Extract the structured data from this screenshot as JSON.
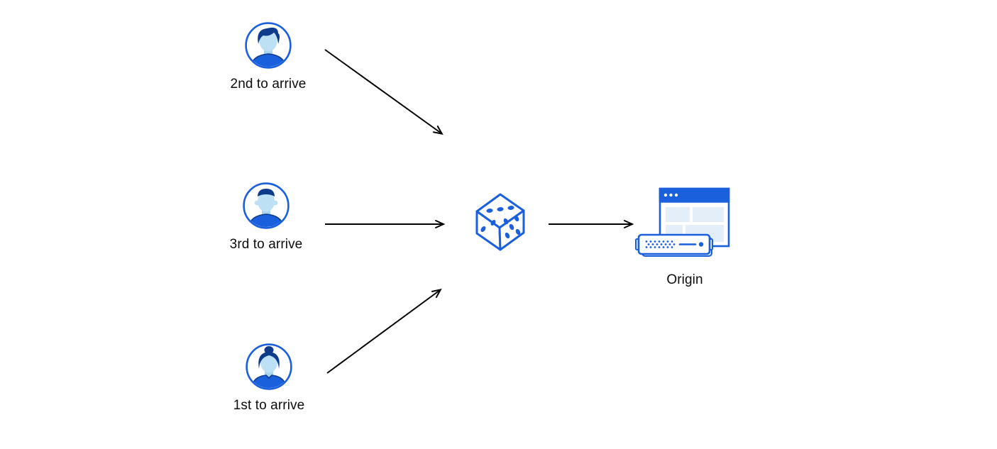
{
  "diagram": {
    "description": "Three clients arriving in different order are routed randomly (dice) to an Origin server",
    "clients": [
      {
        "id": "client-second",
        "label": "2nd to arrive",
        "avatar_icon": "man-wavy-hair-avatar"
      },
      {
        "id": "client-third",
        "label": "3rd to arrive",
        "avatar_icon": "man-short-hair-avatar"
      },
      {
        "id": "client-first",
        "label": "1st to arrive",
        "avatar_icon": "woman-bun-hair-avatar"
      }
    ],
    "router": {
      "id": "random-router",
      "icon": "dice-icon"
    },
    "origin": {
      "id": "origin",
      "label": "Origin",
      "icon": "server-and-browser-icon"
    },
    "edges": [
      {
        "from": "client-second",
        "to": "random-router"
      },
      {
        "from": "client-third",
        "to": "random-router"
      },
      {
        "from": "client-first",
        "to": "random-router"
      },
      {
        "from": "random-router",
        "to": "origin"
      }
    ],
    "colors": {
      "primary_blue": "#1a5fdc",
      "navy": "#0e3b8c",
      "skin_light_blue": "#bee0f4",
      "panel_light_blue": "#e4eef8",
      "server_shadow_blue": "#cfe5f7",
      "arrow_black": "#000000",
      "label_text": "#0a0c0e",
      "background": "#ffffff"
    }
  }
}
